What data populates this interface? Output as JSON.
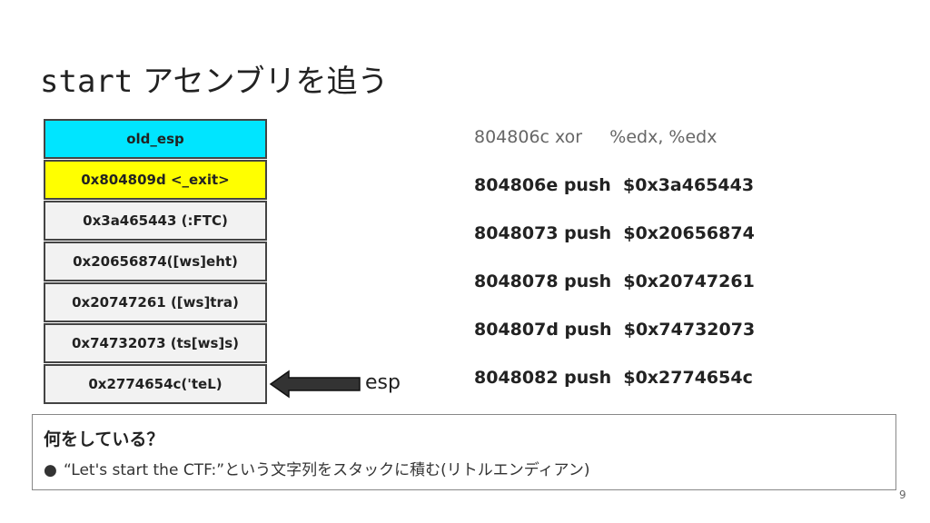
{
  "slide": {
    "title_prefix": "start",
    "title_suffix": " アセンブリを追う"
  },
  "stack": [
    {
      "label": "old_esp",
      "color": "#00e5ff"
    },
    {
      "label": "0x804809d <_exit>",
      "color": "#ffff00"
    },
    {
      "label": "0x3a465443 (:FTC)",
      "color": "#f2f2f2"
    },
    {
      "label": "0x20656874([ws]eht)",
      "color": "#f2f2f2"
    },
    {
      "label": "0x20747261 ([ws]tra)",
      "color": "#f2f2f2"
    },
    {
      "label": "0x74732073 (ts[ws]s)",
      "color": "#f2f2f2"
    },
    {
      "label": "0x2774654c('teL)",
      "color": "#f2f2f2"
    }
  ],
  "pointer_label": "esp",
  "assembly": [
    "804806c xor     %edx, %edx",
    "804806e push  $0x3a465443",
    "8048073 push  $0x20656874",
    "8048078 push  $0x20747261",
    "804807d push  $0x74732073",
    "8048082 push  $0x2774654c"
  ],
  "note": {
    "question": "何をしている？",
    "bullet_marker": "●",
    "bullet": "“Let's start the CTF:”という文字列をスタックに積む(リトルエンディアン)"
  },
  "page_number": "9"
}
